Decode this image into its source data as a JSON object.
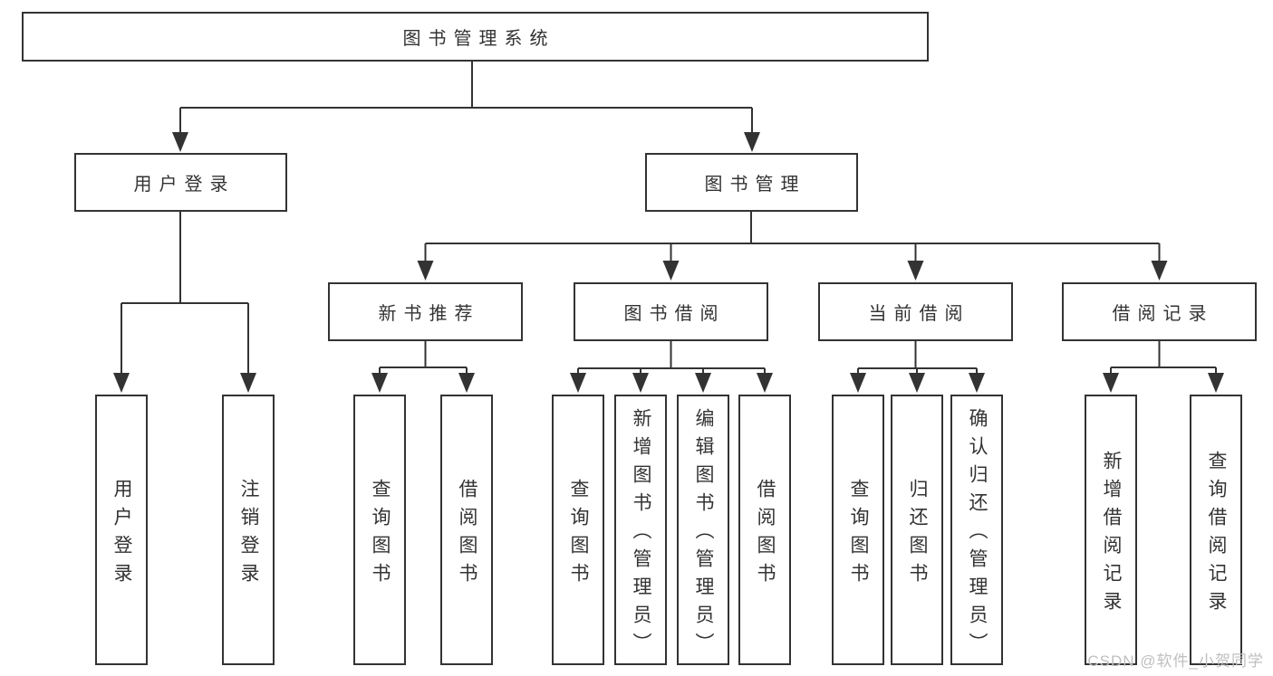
{
  "diagram": {
    "root": {
      "label": "图书管理系统"
    },
    "children": [
      {
        "label": "用户登录",
        "children": [
          {
            "label": "用户登录"
          },
          {
            "label": "注销登录"
          }
        ]
      },
      {
        "label": "图书管理",
        "children": [
          {
            "label": "新书推荐",
            "children": [
              {
                "label": "查询图书"
              },
              {
                "label": "借阅图书"
              }
            ]
          },
          {
            "label": "图书借阅",
            "children": [
              {
                "label": "查询图书"
              },
              {
                "label": "新增图书（管理员）"
              },
              {
                "label": "编辑图书（管理员）"
              },
              {
                "label": "借阅图书"
              }
            ]
          },
          {
            "label": "当前借阅",
            "children": [
              {
                "label": "查询图书"
              },
              {
                "label": "归还图书"
              },
              {
                "label": "确认归还（管理员）"
              }
            ]
          },
          {
            "label": "借阅记录",
            "children": [
              {
                "label": "新增借阅记录"
              },
              {
                "label": "查询借阅记录"
              }
            ]
          }
        ]
      }
    ]
  },
  "watermark": {
    "text": "CSDN @软件_小贺同学"
  },
  "colors": {
    "line": "#333333",
    "box_border": "#333333",
    "text": "#333333",
    "watermark": "#bfbfbf",
    "background": "#ffffff"
  }
}
